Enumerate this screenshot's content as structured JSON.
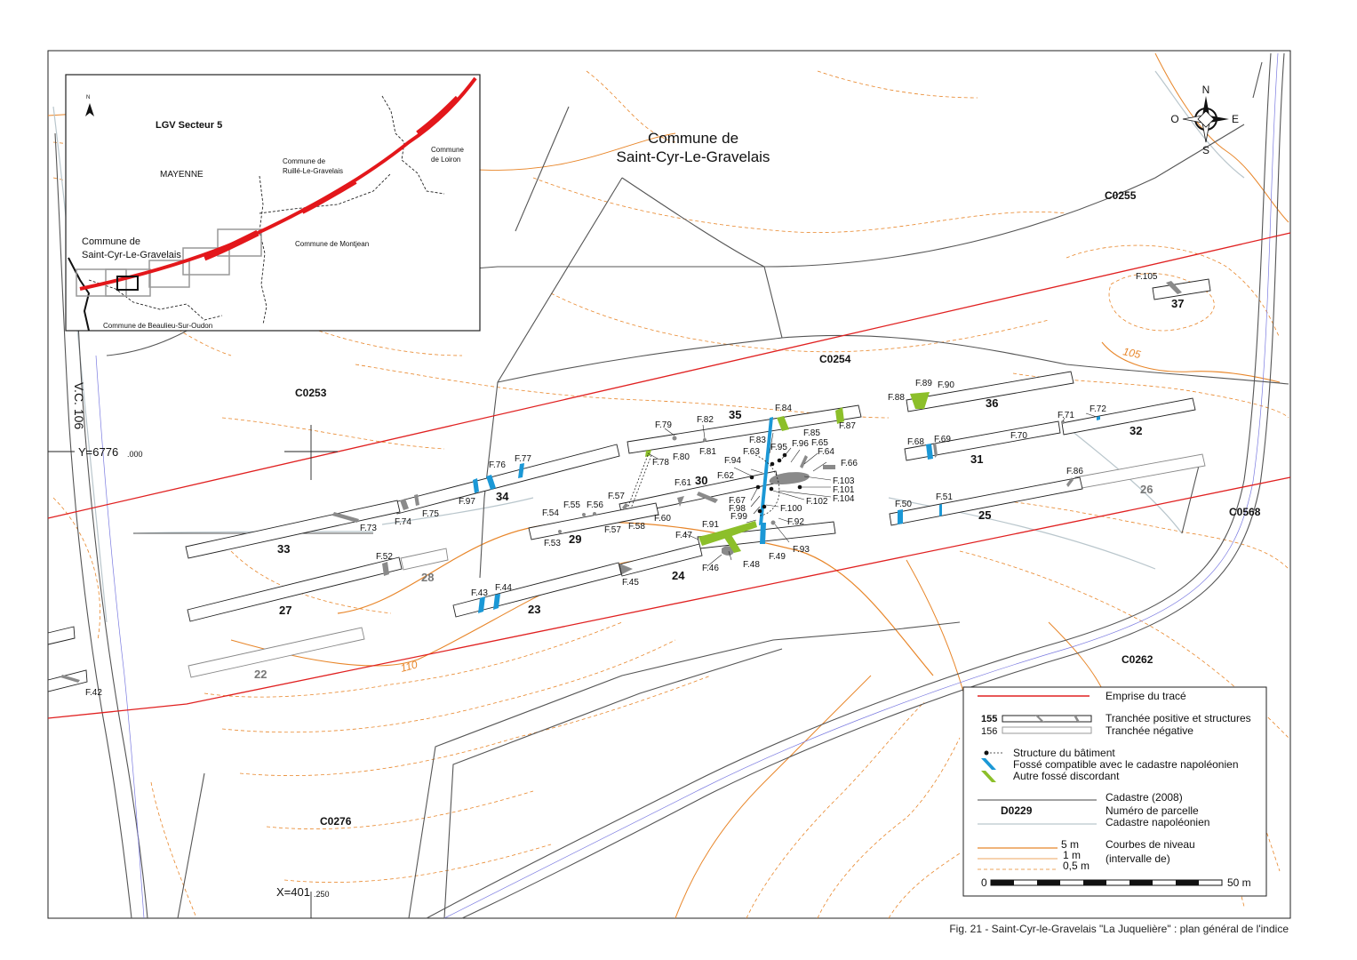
{
  "commune_title": [
    "Commune de",
    "Saint-Cyr-Le-Gravelais"
  ],
  "road_label": "V.C. 106",
  "coord_y": "Y=6776",
  "coord_y_dec": ".000",
  "coord_x": "X=401",
  "coord_x_dec": ".250",
  "contour_labels": [
    "105",
    "110"
  ],
  "compass": {
    "n": "N",
    "s": "S",
    "e": "E",
    "w": "O"
  },
  "parcels": [
    "C0255",
    "C0254",
    "C0253",
    "C0568",
    "C0262",
    "C0276"
  ],
  "trench_numbers": [
    "37",
    "36",
    "32",
    "35",
    "31",
    "26",
    "25",
    "34",
    "30",
    "33",
    "29",
    "28",
    "27",
    "24",
    "23",
    "22"
  ],
  "features": [
    "F.105",
    "F.89",
    "F.90",
    "F.88",
    "F.71",
    "F.72",
    "F.68",
    "F.69",
    "F.70",
    "F.86",
    "F.50",
    "F.51",
    "F.84",
    "F.85",
    "F.87",
    "F.79",
    "F.82",
    "F.83",
    "F.95",
    "F.96",
    "F.65",
    "F.64",
    "F.66",
    "F.80",
    "F.81",
    "F.63",
    "F.94",
    "F.78",
    "F.62",
    "F.103",
    "F.101",
    "F.104",
    "F.102",
    "F.61",
    "F.67",
    "F.98",
    "F.99",
    "F.100",
    "F.92",
    "F.60",
    "F.76",
    "F.77",
    "F.97",
    "F.54",
    "F.55",
    "F.56",
    "F.57",
    "F.57",
    "F.58",
    "F.53",
    "F.74",
    "F.75",
    "F.73",
    "F.52",
    "F.91",
    "F.47",
    "F.93",
    "F.49",
    "F.48",
    "F.46",
    "F.45",
    "F.43",
    "F.44",
    "F.42"
  ],
  "inset": {
    "title": "LGV Secteur 5",
    "region": "MAYENNE",
    "commune_main": [
      "Commune de",
      "Saint-Cyr-Le-Gravelais"
    ],
    "communes": [
      "Commune de",
      "Ruillé-Le-Gravelais",
      "Commune",
      "de Loiron",
      "Commune de Montjean",
      "Commune de Beaulieu-Sur-Oudon"
    ],
    "north": "N"
  },
  "legend": {
    "trace": "Emprise du tracé",
    "pos_num": "155",
    "neg_num": "156",
    "pos": "Tranchée positive et structures",
    "neg": "Tranchée négative",
    "batiment": "Structure du bâtiment",
    "fosse_napo": "Fossé compatible avec le cadastre napoléonien",
    "fosse_autre": "Autre fossé discordant",
    "cadastre": "Cadastre (2008)",
    "parcel_num": "D0229",
    "parcel_label": "Numéro de parcelle",
    "cadastre_napo": "Cadastre napoléonien",
    "c5": "5 m",
    "c1": "1 m",
    "c05": "0,5 m",
    "courbes": "Courbes de niveau",
    "intervalle": "(intervalle de)",
    "scale_start": "0",
    "scale_end": "50 m"
  },
  "caption": "Fig. 21 - Saint-Cyr-le-Gravelais \"La Juquelière\" : plan général de l'indice",
  "colors": {
    "contour": "#e8862a",
    "trace": "#e02020",
    "cadastre": "#555555",
    "napo": "#b9c6cc",
    "fosse_blue": "#1b98d6",
    "fosse_green": "#8cbf2a",
    "struct_gray": "#8a8a8a",
    "inset_red": "#e3171b"
  }
}
